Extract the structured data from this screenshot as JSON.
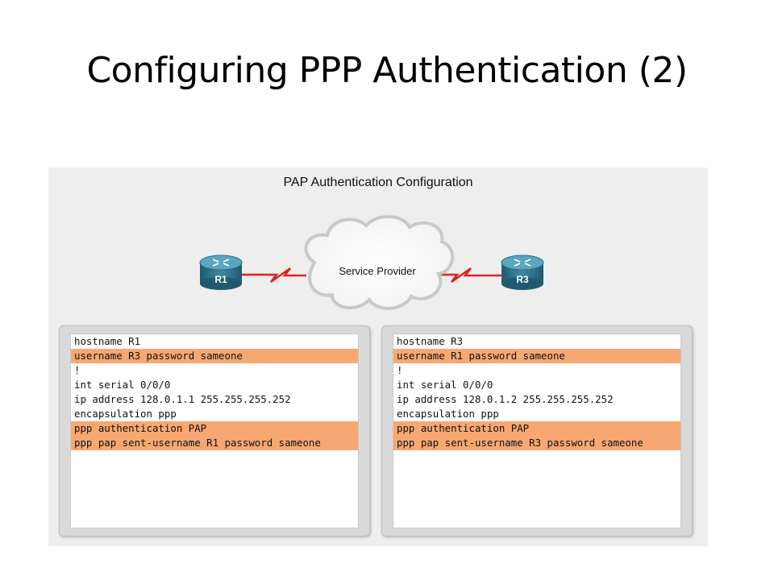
{
  "slide": {
    "title": "Configuring PPP Authentication (2)"
  },
  "figure": {
    "title": "PAP Authentication Configuration",
    "colors": {
      "highlight": "#f7a872",
      "serial_link": "#e02020",
      "router": "#2f6f86"
    },
    "topology": {
      "left_router": {
        "label": "R1"
      },
      "cloud": {
        "label": "Service Provider"
      },
      "right_router": {
        "label": "R3"
      }
    },
    "left_config": {
      "lines": [
        {
          "text": "hostname R1",
          "highlighted": false
        },
        {
          "text": "username R3 password sameone",
          "highlighted": true
        },
        {
          "text": "!",
          "highlighted": false
        },
        {
          "text": "int serial 0/0/0",
          "highlighted": false
        },
        {
          "text": "ip address 128.0.1.1 255.255.255.252",
          "highlighted": false
        },
        {
          "text": "encapsulation ppp",
          "highlighted": false
        },
        {
          "text": "ppp authentication PAP",
          "highlighted": true
        },
        {
          "text": "ppp pap sent-username R1 password sameone",
          "highlighted": true
        }
      ]
    },
    "right_config": {
      "lines": [
        {
          "text": "hostname R3",
          "highlighted": false
        },
        {
          "text": "username R1 password sameone",
          "highlighted": true
        },
        {
          "text": "!",
          "highlighted": false
        },
        {
          "text": "int serial 0/0/0",
          "highlighted": false
        },
        {
          "text": "ip address 128.0.1.2 255.255.255.252",
          "highlighted": false
        },
        {
          "text": "encapsulation ppp",
          "highlighted": false
        },
        {
          "text": "ppp authentication PAP",
          "highlighted": true
        },
        {
          "text": "ppp pap sent-username R3 password sameone",
          "highlighted": true
        }
      ]
    }
  }
}
